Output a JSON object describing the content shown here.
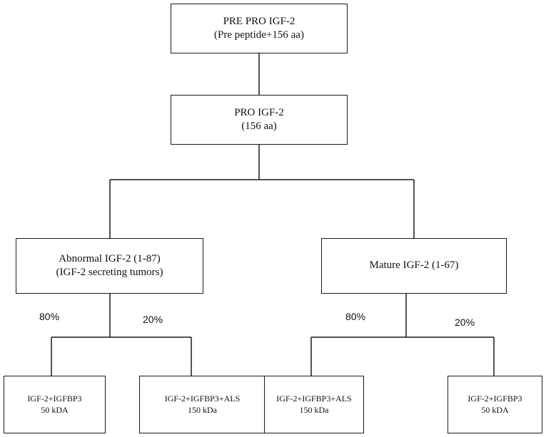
{
  "nodes": {
    "pre_pro": {
      "line1": "PRE PRO IGF-2",
      "line2": "(Pre peptide+156 aa)"
    },
    "pro": {
      "line1": "PRO IGF-2",
      "line2": "(156 aa)"
    },
    "abnormal": {
      "line1": "Abnormal IGF-2 (1-87)",
      "line2": "(IGF-2 secreting tumors)"
    },
    "mature": {
      "line1": "Mature IGF-2 (1-67)"
    },
    "leaf_1": {
      "line1": "IGF-2+IGFBP3",
      "line2": "50 kDA"
    },
    "leaf_2": {
      "line1": "IGF-2+IGFBP3+ALS",
      "line2": "150 kDa"
    },
    "leaf_3": {
      "line1": "IGF-2+IGFBP3+ALS",
      "line2": "150 kDa"
    },
    "leaf_4": {
      "line1": "IGF-2+IGFBP3",
      "line2": "50 kDA"
    }
  },
  "percentages": {
    "abnormal_left": "80%",
    "abnormal_right": "20%",
    "mature_left": "80%",
    "mature_right": "20%"
  },
  "edges": [
    [
      "pre_pro",
      "pro"
    ],
    [
      "pro",
      "abnormal"
    ],
    [
      "pro",
      "mature"
    ],
    [
      "abnormal",
      "leaf_1"
    ],
    [
      "abnormal",
      "leaf_2"
    ],
    [
      "mature",
      "leaf_3"
    ],
    [
      "mature",
      "leaf_4"
    ]
  ]
}
